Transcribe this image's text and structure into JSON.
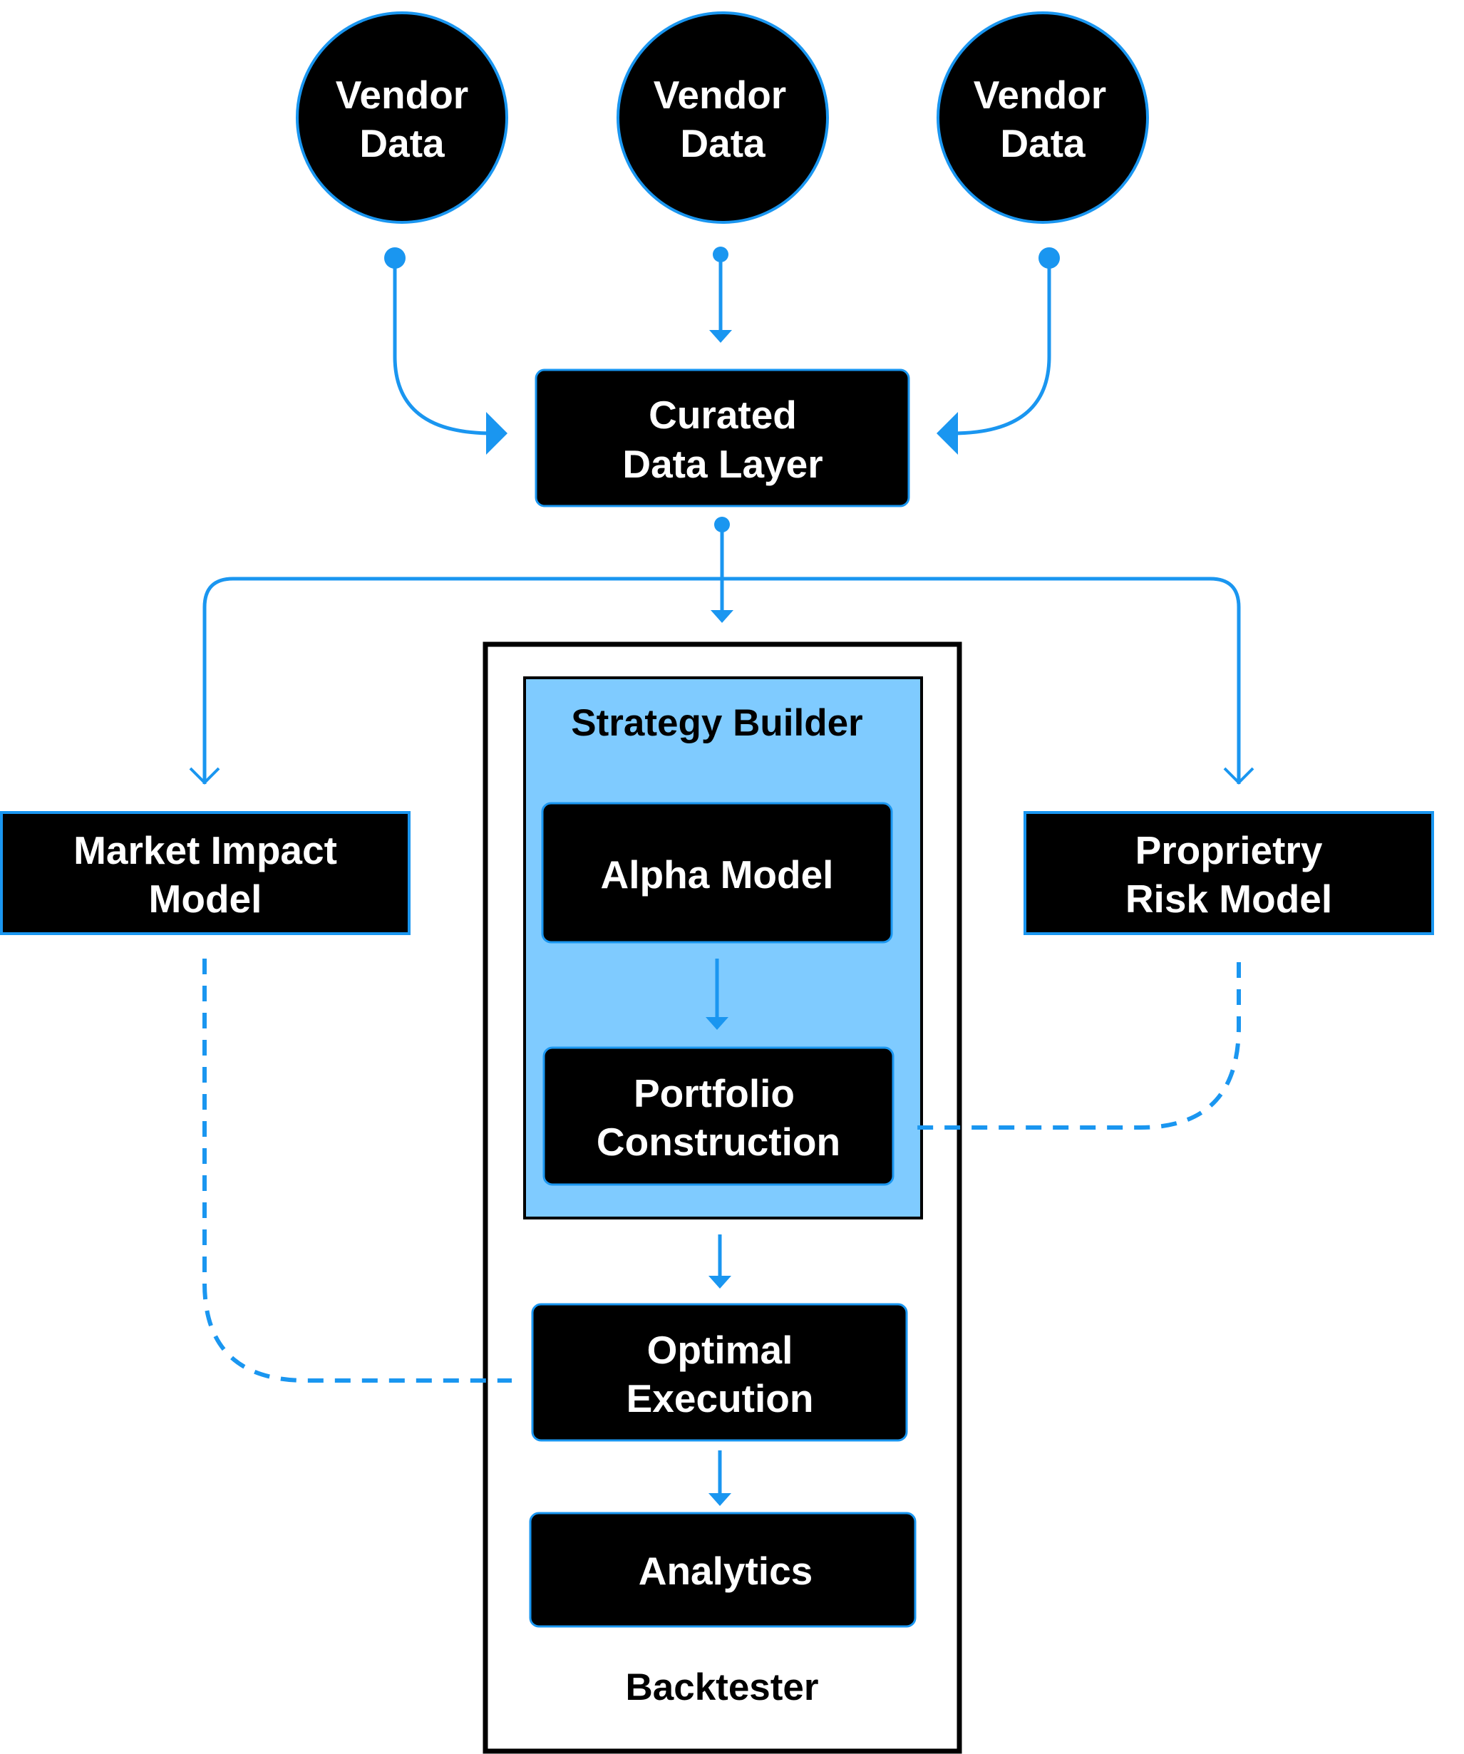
{
  "colors": {
    "accent": "#1a96f0",
    "node_fill": "#000000",
    "node_border": "#1a96f0",
    "strategy_builder_fill": "#7fcbff",
    "text_on_dark": "#ffffff"
  },
  "vendors": [
    {
      "line1": "Vendor",
      "line2": "Data"
    },
    {
      "line1": "Vendor",
      "line2": "Data"
    },
    {
      "line1": "Vendor",
      "line2": "Data"
    }
  ],
  "curated": {
    "line1": "Curated",
    "line2": "Data Layer"
  },
  "market_impact": {
    "line1": "Market Impact",
    "line2": "Model"
  },
  "risk_model": {
    "line1": "Proprietry",
    "line2": "Risk Model"
  },
  "strategy_builder": {
    "title": "Strategy Builder"
  },
  "alpha": {
    "label": "Alpha Model"
  },
  "portfolio": {
    "line1": "Portfolio",
    "line2": "Construction"
  },
  "execution": {
    "line1": "Optimal",
    "line2": "Execution"
  },
  "analytics": {
    "label": "Analytics"
  },
  "backtester": {
    "label": "Backtester"
  }
}
